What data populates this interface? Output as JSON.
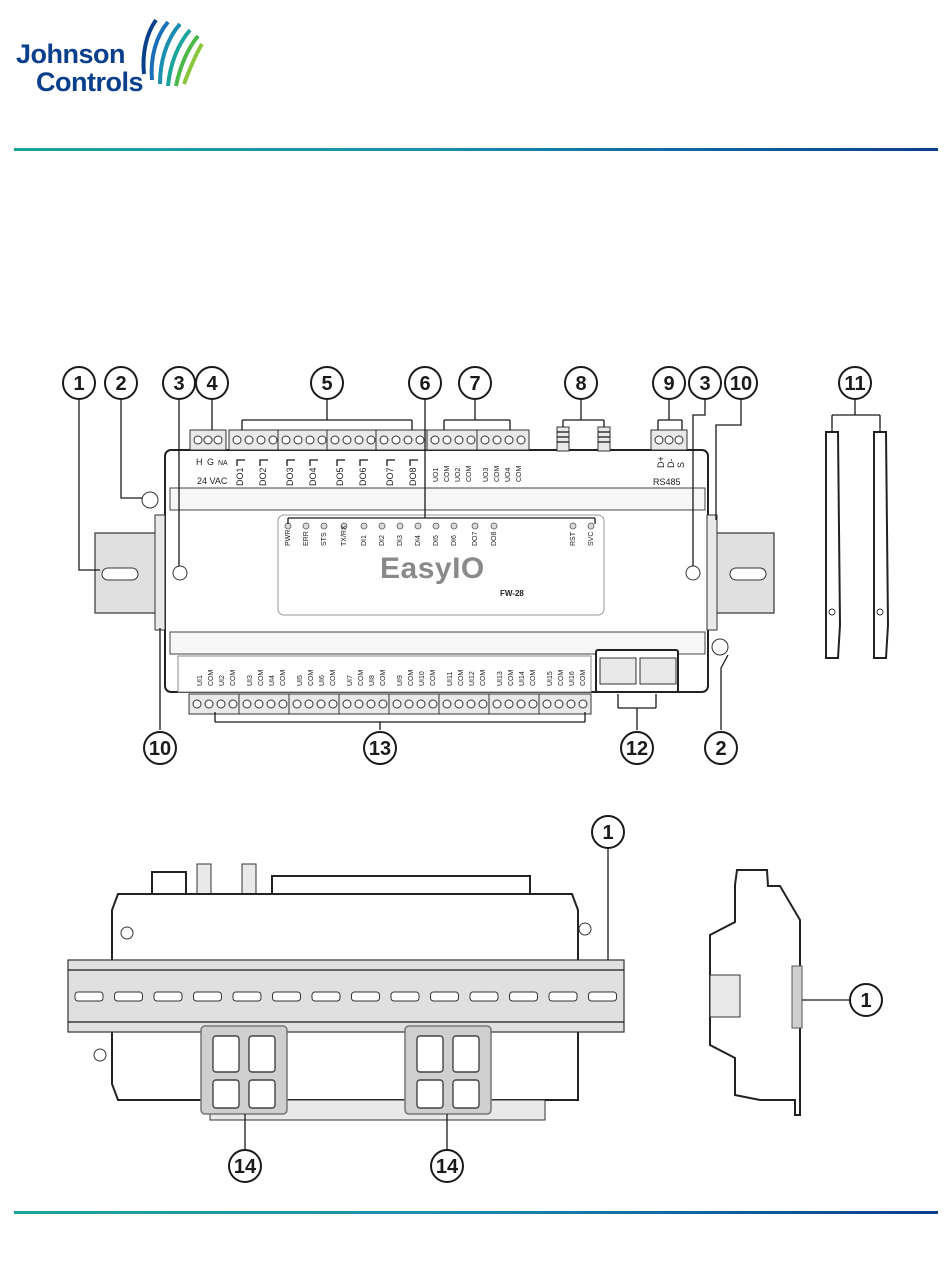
{
  "header": {
    "logo_line1": "Johnson",
    "logo_line2": "Controls"
  },
  "colors": {
    "brand_blue": "#0a3f8c",
    "brand_teal": "#1ba59a",
    "brand_green": "#8cc63f"
  },
  "device": {
    "brand": "EasyIO",
    "model": "FW-28",
    "power_label": "24 VAC",
    "power_pins": [
      "H",
      "G",
      "NA"
    ],
    "rs485_label": "RS485",
    "rs485_pins": [
      "D+",
      "D-",
      "S"
    ],
    "do_labels": [
      "DO1",
      "DO2",
      "DO3",
      "DO4",
      "DO5",
      "DO6",
      "DO7",
      "DO8"
    ],
    "uo_labels": [
      "UO1",
      "COM",
      "UO2",
      "COM",
      "UO3",
      "COM",
      "UO4",
      "COM"
    ],
    "leds_left": [
      "PWR",
      "ERR",
      "STS",
      "TX/RX",
      "DI1",
      "DI2",
      "DI3",
      "DI4",
      "DI5",
      "DI6",
      "DO7",
      "DO8"
    ],
    "leds_right": [
      "RST",
      "SVC"
    ],
    "ui_labels": [
      "UI1",
      "COM",
      "UI2",
      "COM",
      "UI3",
      "COM",
      "UI4",
      "COM",
      "UI5",
      "COM",
      "UI6",
      "COM",
      "UI7",
      "COM",
      "UI8",
      "COM",
      "UI9",
      "COM",
      "UI10",
      "COM",
      "UI11",
      "COM",
      "UI12",
      "COM",
      "UI13",
      "COM",
      "UI14",
      "COM",
      "UI15",
      "COM",
      "UI16",
      "COM"
    ]
  },
  "callouts": {
    "c1": "1",
    "c2": "2",
    "c3": "3",
    "c4": "4",
    "c5": "5",
    "c6": "6",
    "c7": "7",
    "c8": "8",
    "c9": "9",
    "c10": "10",
    "c11": "11",
    "c12": "12",
    "c13": "13",
    "c14": "14"
  }
}
